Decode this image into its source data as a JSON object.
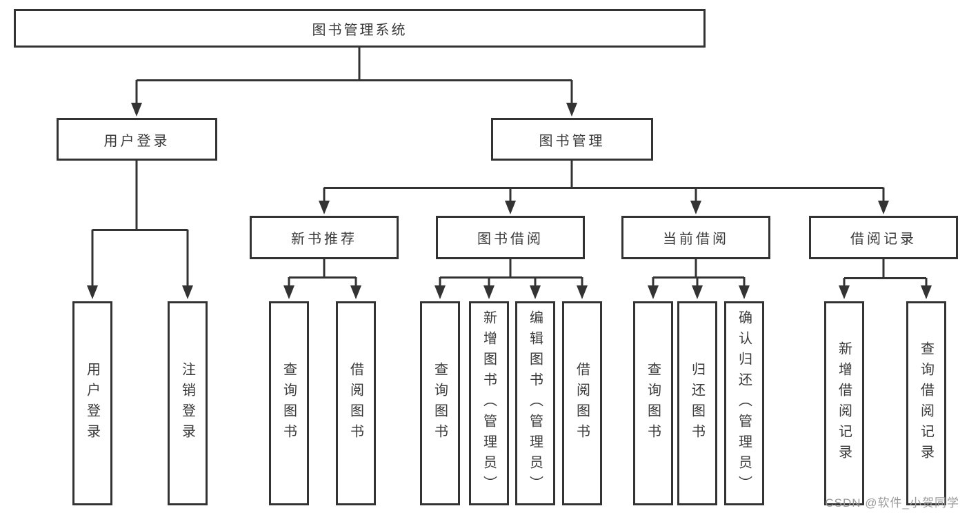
{
  "tree": {
    "root": {
      "label": "图书管理系统"
    },
    "branches": [
      {
        "label": "用户登录",
        "children": [
          "用户登录",
          "注销登录"
        ]
      },
      {
        "label": "图书管理",
        "groups": [
          {
            "label": "新书推荐",
            "children": [
              "查询图书",
              "借阅图书"
            ]
          },
          {
            "label": "图书借阅",
            "children": [
              "查询图书",
              "新增图书（管理员）",
              "编辑图书（管理员）",
              "借阅图书"
            ]
          },
          {
            "label": "当前借阅",
            "children": [
              "查询图书",
              "归还图书",
              "确认归还（管理员）"
            ]
          },
          {
            "label": "借阅记录",
            "children": [
              "新增借阅记录",
              "查询借阅记录"
            ]
          }
        ]
      }
    ]
  },
  "watermark": {
    "text": "CSDN @软件_小贺同学"
  },
  "colors": {
    "line": "#333333",
    "text": "#3a3a3a",
    "background": "#ffffff",
    "watermark": "#9b9b9b"
  }
}
